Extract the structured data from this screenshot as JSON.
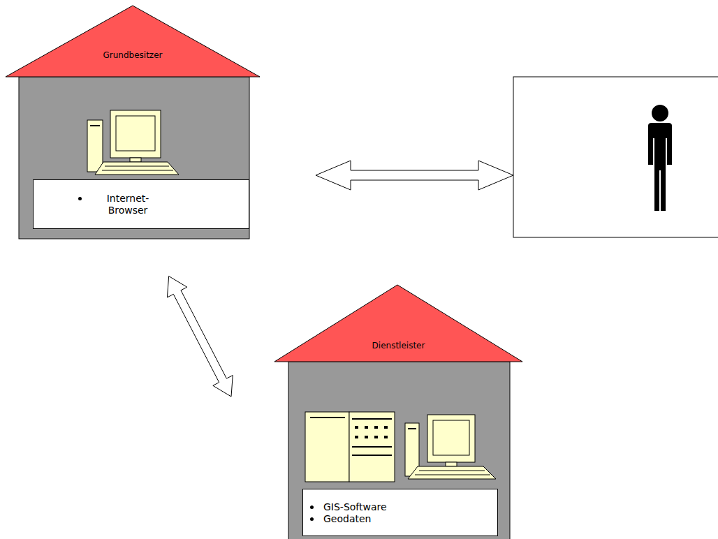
{
  "diagram": {
    "nodes": [
      {
        "text": [
          "Grundbesitzer"
        ]
      },
      {
        "text": [
          "Internet-Browser"
        ],
        "in": 0
      },
      {
        "text": [
          "Dienstleister"
        ]
      },
      {
        "text": [
          "GIS-Software",
          "Geodaten"
        ],
        "in": 2
      }
    ],
    "edges": [
      {
        "from": 0,
        "to": 2,
        "arrow": "both"
      }
    ]
  }
}
